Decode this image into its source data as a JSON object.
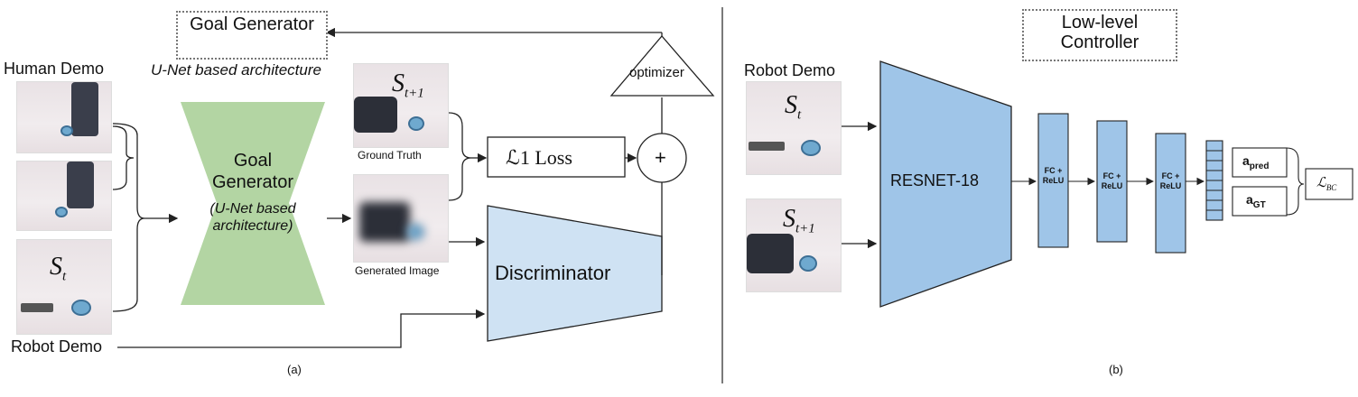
{
  "panel_a": {
    "goal_generator_box": "Goal Generator",
    "goal_generator_sub": "U-Net based architecture",
    "human_demo": "Human Demo",
    "robot_demo": "Robot Demo",
    "state_t": "S",
    "state_t_sub": "t",
    "state_t1": "S",
    "state_t1_sub": "t+1",
    "generator_title": "Goal Generator",
    "generator_sub": "(U-Net based architecture)",
    "ground_truth": "Ground Truth",
    "generated_image": "Generated Image",
    "l1_loss": "ℒ1 Loss",
    "plus": "+",
    "optimizer": "optimizer",
    "discriminator": "Discriminator",
    "caption": "(a)"
  },
  "panel_b": {
    "controller_box": "Low-level Controller",
    "robot_demo": "Robot Demo",
    "state_t": "S",
    "state_t_sub": "t",
    "state_t1": "S",
    "state_t1_sub": "t+1",
    "resnet": "RESNET-18",
    "fc_layers": [
      "FC + ReLU",
      "FC + ReLU",
      "FC + ReLU"
    ],
    "a_pred": "a",
    "a_pred_sub": "pred",
    "a_gt": "a",
    "a_gt_sub": "GT",
    "loss_bc": "ℒ",
    "loss_bc_sub": "BC",
    "caption": "(b)"
  },
  "colors": {
    "generator_green": "#b3d5a3",
    "blue_block": "#9fc5e8",
    "discriminator_blue": "#cfe2f3"
  }
}
